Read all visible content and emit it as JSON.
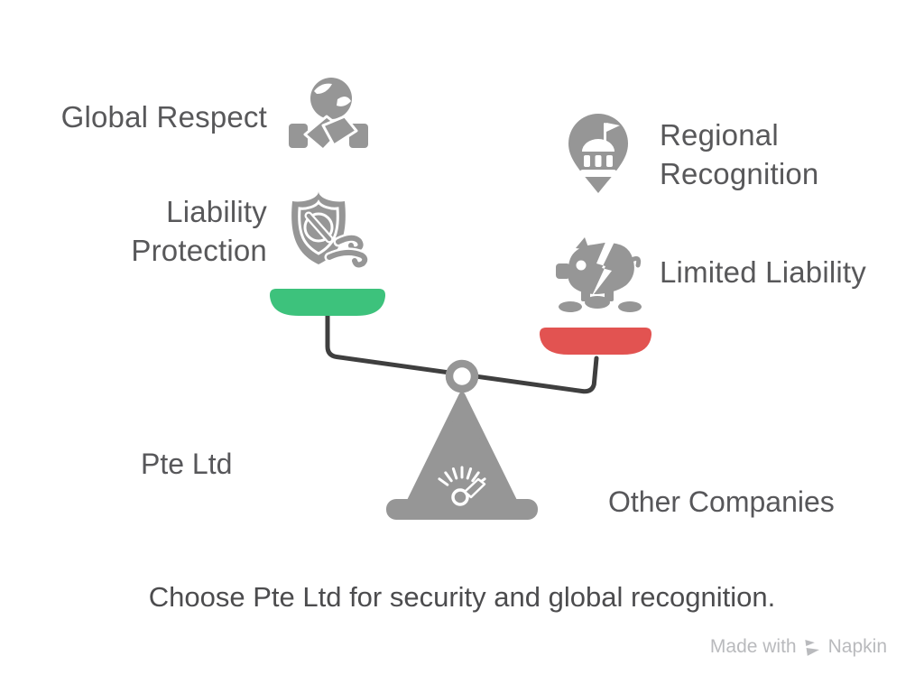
{
  "diagram": {
    "type": "balance-scale-comparison",
    "caption": "Choose Pte Ltd for security and global recognition.",
    "left_side": {
      "label": "Pte Ltd",
      "pan_color": "#3dc27c",
      "position": "raised",
      "items": [
        {
          "label": "Global Respect",
          "icon": "handshake-globe-icon"
        },
        {
          "label": "Liability Protection",
          "icon": "shield-protection-icon"
        }
      ]
    },
    "right_side": {
      "label": "Other Companies",
      "pan_color": "#e25351",
      "position": "lowered",
      "items": [
        {
          "label": "Regional Recognition",
          "icon": "landmark-pin-icon"
        },
        {
          "label": "Limited Liability",
          "icon": "broken-piggy-bank-icon"
        }
      ]
    }
  },
  "colors": {
    "icon_gray": "#969696",
    "beam_dark": "#3f3f3f",
    "green_pan": "#3dc27c",
    "red_pan": "#e25351",
    "label_text": "#58585a",
    "caption_text": "#4c4c4e",
    "watermark_gray": "#b9babd",
    "background": "#ffffff"
  },
  "watermark": {
    "prefix": "Made with",
    "brand": "Napkin",
    "logo": "napkin-logo-icon"
  }
}
